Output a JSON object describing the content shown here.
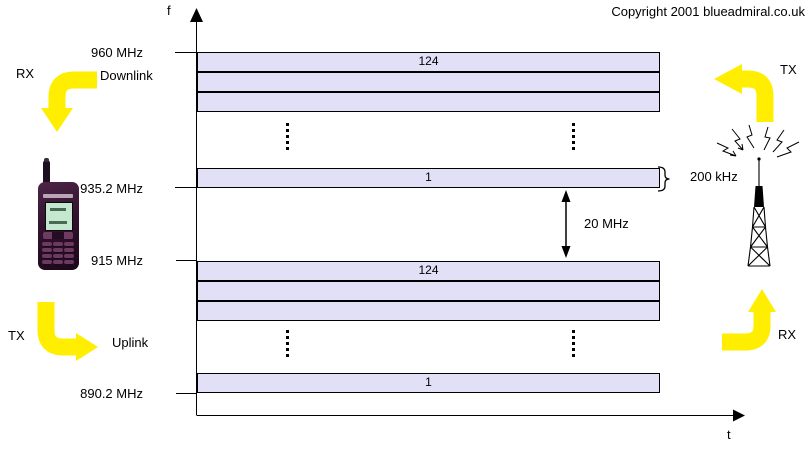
{
  "header": {
    "copyright": "Copyright 2001 blueadmiral.co.uk"
  },
  "axes": {
    "f_label": "f",
    "t_label": "t"
  },
  "frequency_ticks": [
    "960 MHz",
    "935.2 MHz",
    "915 MHz",
    "890.2 MHz"
  ],
  "downlink": {
    "label": "Downlink",
    "mobile_role": "RX",
    "base_role": "TX",
    "top_channel": "124",
    "bottom_channel": "1"
  },
  "uplink": {
    "label": "Uplink",
    "mobile_role": "TX",
    "base_role": "RX",
    "top_channel": "124",
    "bottom_channel": "1"
  },
  "annotations": {
    "duplex_separation": "20 MHz",
    "channel_bandwidth": "200 kHz"
  },
  "colors": {
    "band_fill": "#e1e0f6",
    "band_border": "#000000",
    "arrow_yellow": "#ffee00"
  }
}
